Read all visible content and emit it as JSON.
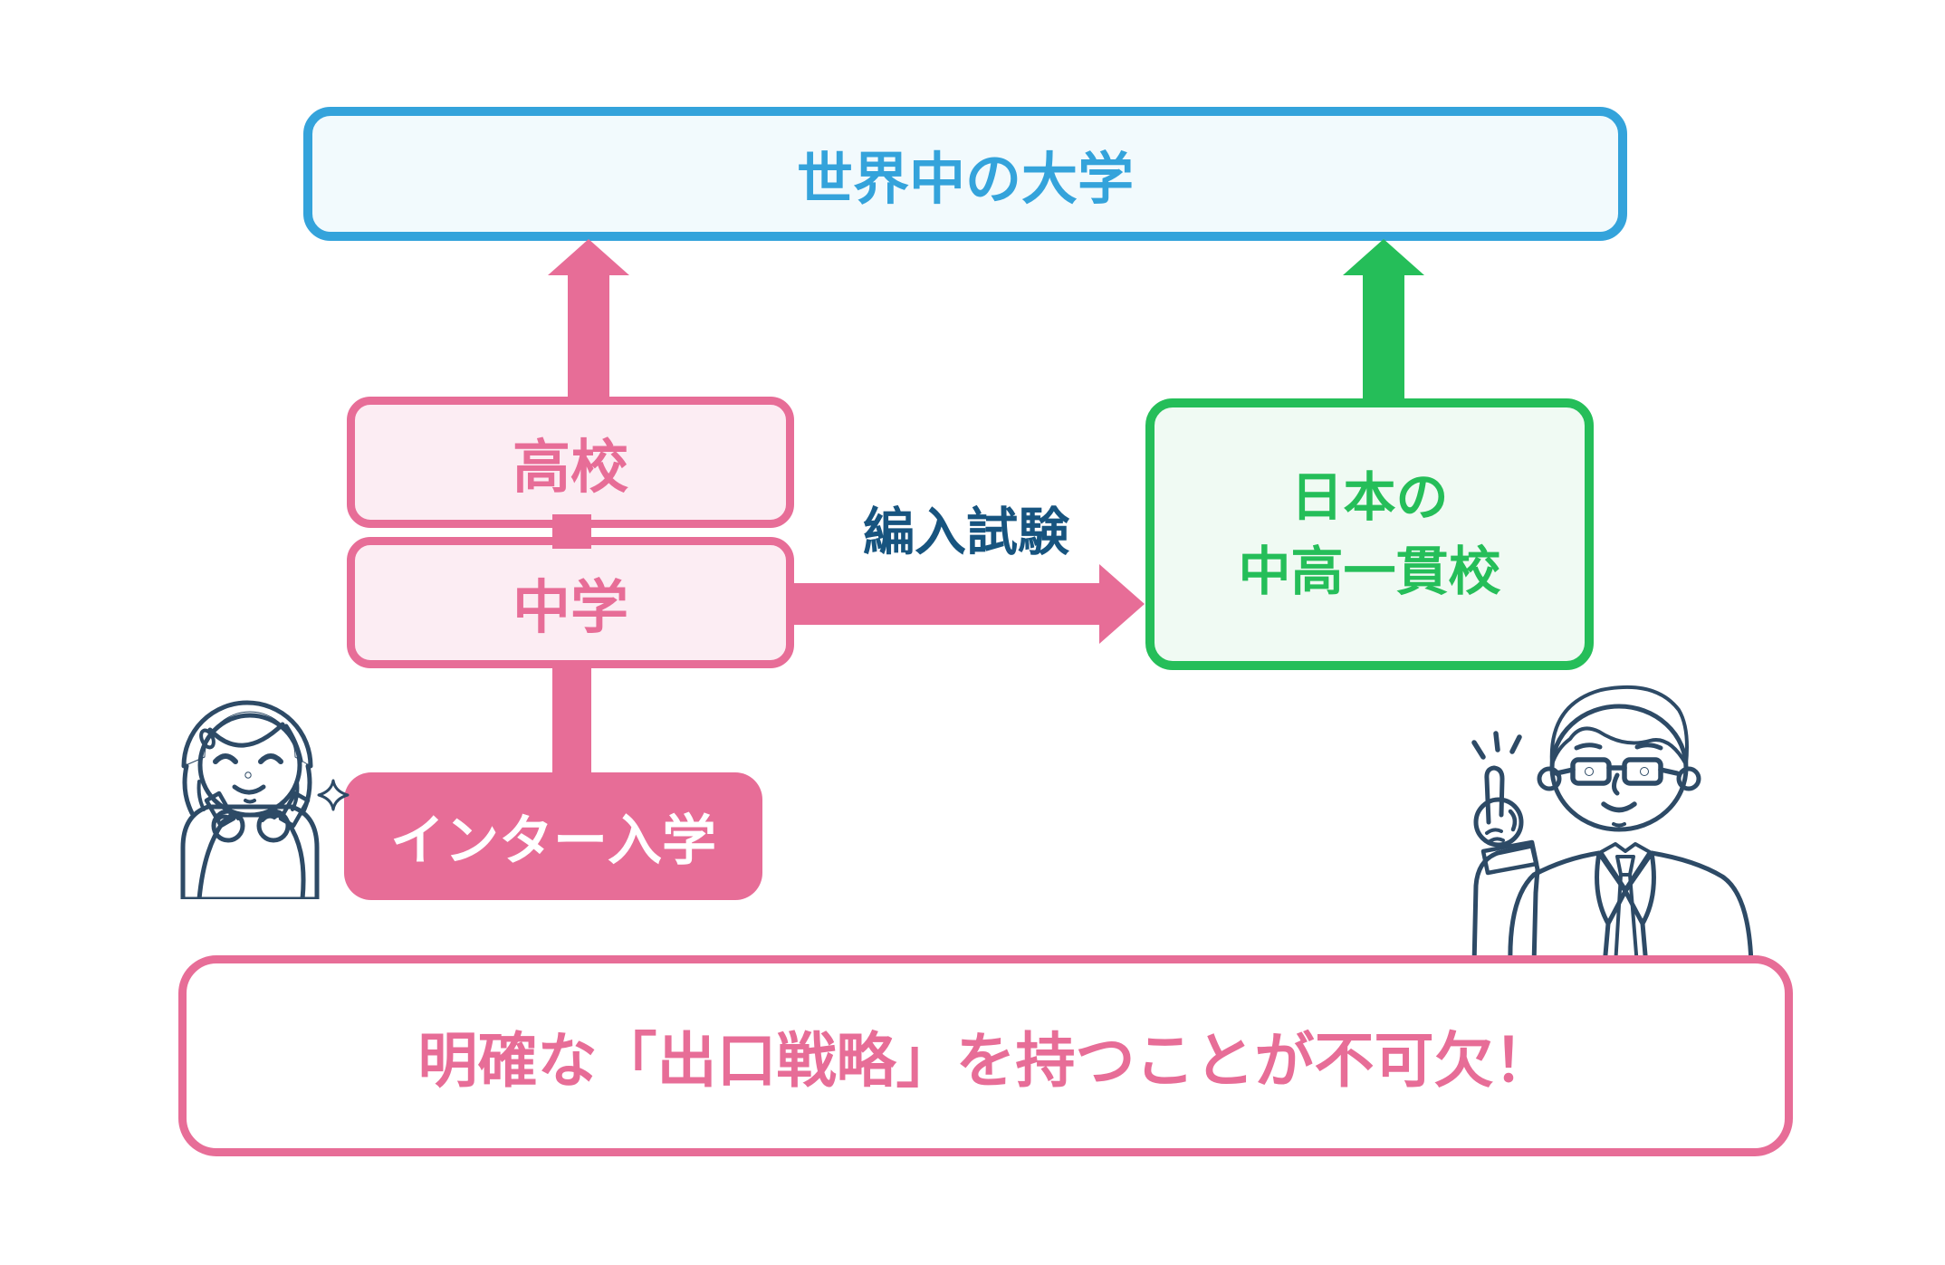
{
  "colors": {
    "blue": "#34A3DB",
    "blue_fill": "#F2FAFD",
    "pink": "#E76D97",
    "pink_fill": "#FCEDF3",
    "green": "#25BE59",
    "green_fill": "#F0FAF3",
    "navy": "#17547F",
    "outline_navy": "#2D4A66",
    "apron_yellow": "#F8F2BC",
    "tie_yellow": "#F6EC9E",
    "suit_gray": "#DCE4EB"
  },
  "nodes": {
    "universities": {
      "label": "世界中の大学"
    },
    "high_school": {
      "label": "高校"
    },
    "junior_high": {
      "label": "中学"
    },
    "inter_admission": {
      "label": "インター入学"
    },
    "japanese_secondary": {
      "line1": "日本の",
      "line2": "中高一貫校"
    }
  },
  "arrows": {
    "transfer_exam_label": "編入試験"
  },
  "banner": {
    "text": "明確な「出口戦略」を持つことが不可欠！"
  },
  "icons": {
    "girl": "girl-student-illustration",
    "man": "teacher-pointing-illustration",
    "sparkle": "sparkle-icon",
    "emphasis": "emphasis-marks-icon"
  }
}
